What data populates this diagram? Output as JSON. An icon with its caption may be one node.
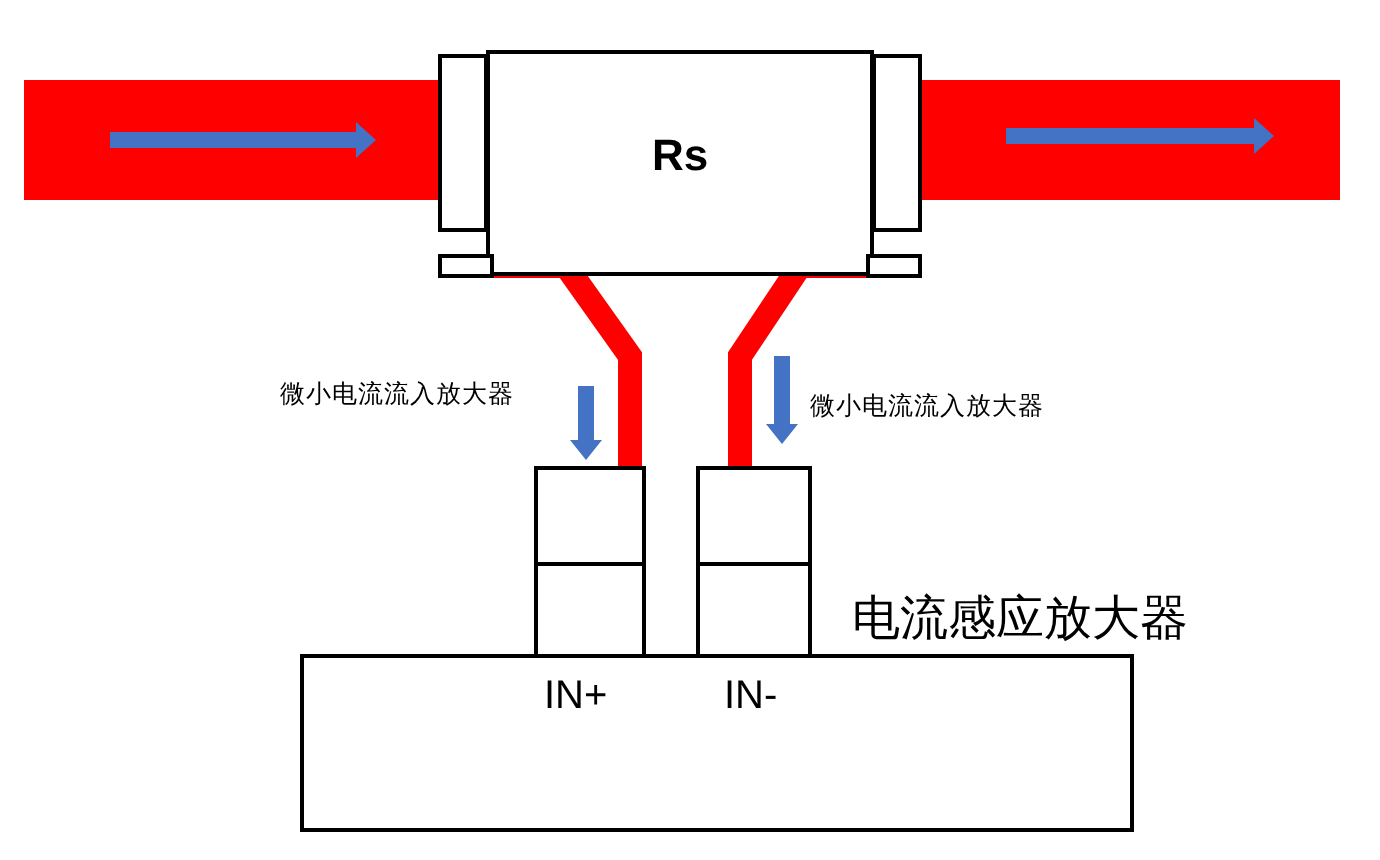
{
  "diagram": {
    "nodes": [
      {
        "text": [
          "Rs"
        ]
      },
      {
        "text": [
          "电流感应放大器"
        ]
      },
      {
        "text": [],
        "shape": "box"
      },
      {
        "text": [],
        "shape": "box"
      }
    ],
    "edges": [
      {
        "from": null,
        "to": 0,
        "arrow": "none",
        "style": "thick"
      },
      {
        "from": 0,
        "to": null,
        "arrow": "none",
        "style": "thick"
      },
      {
        "from": 0,
        "to": 2,
        "arrow": "none"
      },
      {
        "from": 0,
        "to": 3,
        "arrow": "none"
      }
    ],
    "labels": [
      "微小电流流入放大器",
      "微小电流流入放大器",
      "IN+",
      "IN-"
    ]
  }
}
